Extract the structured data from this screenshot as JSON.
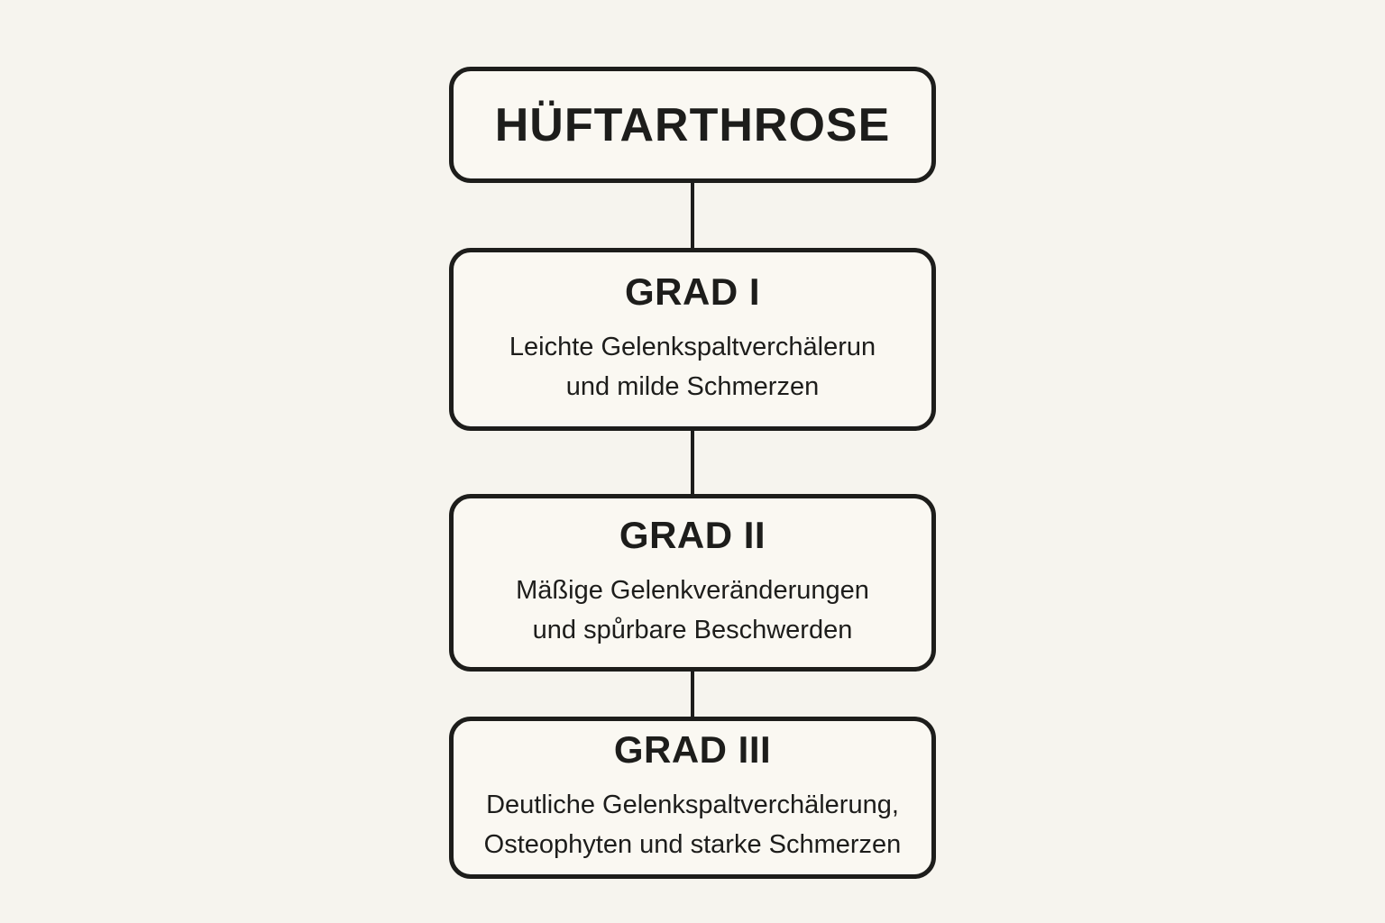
{
  "diagram": {
    "type": "flowchart",
    "direction": "top-down",
    "root": {
      "title": "HÜFTARTHROSE"
    },
    "nodes": [
      {
        "title": "GRAD I",
        "lines": [
          "Leichte Gelenkspaltverchälerun",
          "und milde Schmerzen"
        ]
      },
      {
        "title": "GRAD II",
        "lines": [
          "Mäßige Gelenkveränderungen",
          "und spůrbare Beschwerden"
        ]
      },
      {
        "title": "GRAD III",
        "lines": [
          "Deutliche Gelenkspaltverchälerung,",
          "Osteophyten und starke Schmerzen"
        ]
      }
    ],
    "colors": {
      "background": "#f6f4ee",
      "box_fill": "#faf8f2",
      "border": "#1d1d1b",
      "text": "#1d1d1b"
    }
  }
}
